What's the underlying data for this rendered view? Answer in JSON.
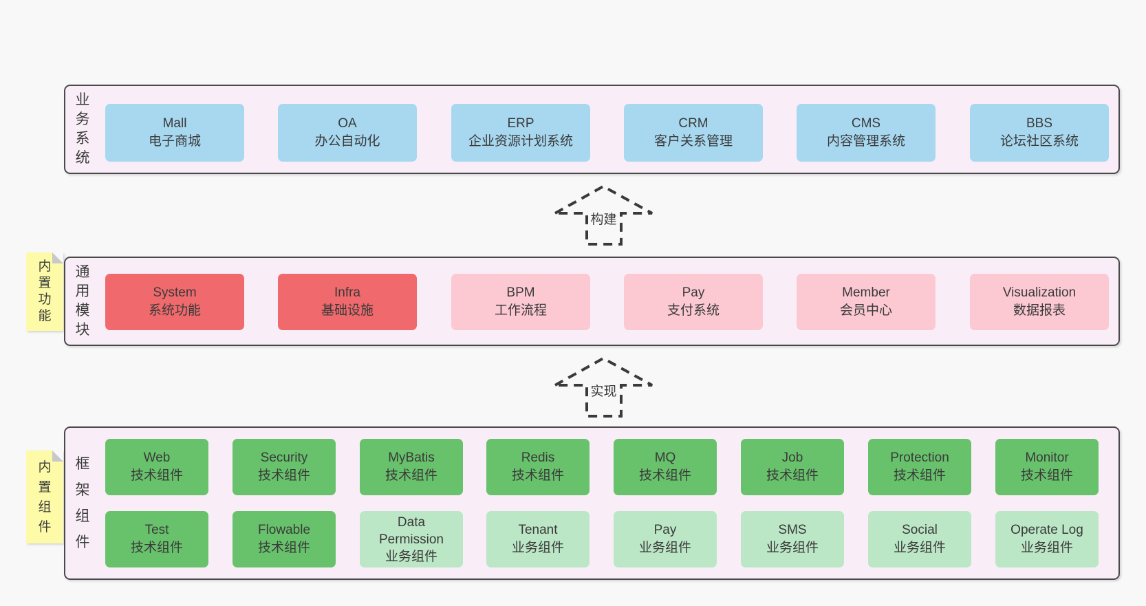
{
  "colors": {
    "page_bg": "#f8f8f8",
    "band_fill": "#f9eef7",
    "band_border": "#4a4a4a",
    "box_blue": "#a8d8f0",
    "box_red": "#f0696c",
    "box_pink": "#fcc9d3",
    "box_green_dark": "#68c26c",
    "box_green_light": "#bce7c6",
    "sticky_yellow": "#fdfba8",
    "sticky_fold_gray": "#c8c8c8",
    "text": "#3a3a3a",
    "arrow_stroke": "#3a3a3a"
  },
  "bands": [
    {
      "label": "业务系统",
      "boxes": [
        {
          "en": "Mall",
          "cn": "电子商城"
        },
        {
          "en": "OA",
          "cn": "办公自动化"
        },
        {
          "en": "ERP",
          "cn": "企业资源计划系统"
        },
        {
          "en": "CRM",
          "cn": "客户关系管理"
        },
        {
          "en": "CMS",
          "cn": "内容管理系统"
        },
        {
          "en": "BBS",
          "cn": "论坛社区系统"
        }
      ]
    },
    {
      "label": "通用模块",
      "sticky": "内置功能",
      "boxes": [
        {
          "en": "System",
          "cn": "系统功能"
        },
        {
          "en": "Infra",
          "cn": "基础设施"
        },
        {
          "en": "BPM",
          "cn": "工作流程"
        },
        {
          "en": "Pay",
          "cn": "支付系统"
        },
        {
          "en": "Member",
          "cn": "会员中心"
        },
        {
          "en": "Visualization",
          "cn": "数据报表"
        }
      ]
    },
    {
      "label": "框架组件",
      "sticky": "内置组件",
      "rows": [
        [
          {
            "en": "Web",
            "cn": "技术组件"
          },
          {
            "en": "Security",
            "cn": "技术组件"
          },
          {
            "en": "MyBatis",
            "cn": "技术组件"
          },
          {
            "en": "Redis",
            "cn": "技术组件"
          },
          {
            "en": "MQ",
            "cn": "技术组件"
          },
          {
            "en": "Job",
            "cn": "技术组件"
          },
          {
            "en": "Protection",
            "cn": "技术组件"
          },
          {
            "en": "Monitor",
            "cn": "技术组件"
          }
        ],
        [
          {
            "en": "Test",
            "cn": "技术组件"
          },
          {
            "en": "Flowable",
            "cn": "技术组件"
          },
          {
            "en": "Data Permission",
            "cn": "业务组件"
          },
          {
            "en": "Tenant",
            "cn": "业务组件"
          },
          {
            "en": "Pay",
            "cn": "业务组件"
          },
          {
            "en": "SMS",
            "cn": "业务组件"
          },
          {
            "en": "Social",
            "cn": "业务组件"
          },
          {
            "en": "Operate Log",
            "cn": "业务组件"
          }
        ]
      ]
    }
  ],
  "arrows": [
    {
      "label": "构建"
    },
    {
      "label": "实现"
    }
  ]
}
